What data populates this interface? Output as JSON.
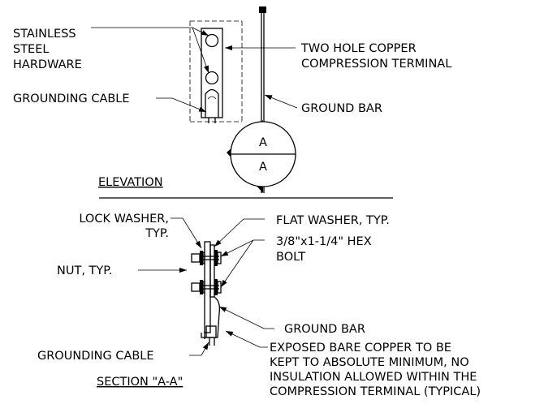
{
  "elevation": {
    "labels": {
      "stainless_1": "STAINLESS",
      "stainless_2": "STEEL",
      "stainless_3": "HARDWARE",
      "grounding_cable": "GROUNDING CABLE",
      "terminal_1": "TWO HOLE COPPER",
      "terminal_2": "COMPRESSION TERMINAL",
      "ground_bar": "GROUND BAR"
    },
    "section_marker": {
      "top": "A",
      "bottom": "A"
    },
    "title": "ELEVATION"
  },
  "section": {
    "labels": {
      "lock_washer_1": "LOCK WASHER,",
      "lock_washer_2": "TYP.",
      "flat_washer": "FLAT WASHER, TYP.",
      "hex_bolt_1": "3/8\"x1-1/4\" HEX",
      "hex_bolt_2": "BOLT",
      "nut": "NUT, TYP.",
      "ground_bar": "GROUND BAR",
      "grounding_cable": "GROUNDING CABLE",
      "exposed_1": "EXPOSED BARE COPPER TO BE",
      "exposed_2": "KEPT TO ABSOLUTE MINIMUM, NO",
      "exposed_3": "INSULATION ALLOWED WITHIN THE",
      "exposed_4": "COMPRESSION TERMINAL (TYPICAL)"
    },
    "title": "SECTION \"A-A\""
  }
}
